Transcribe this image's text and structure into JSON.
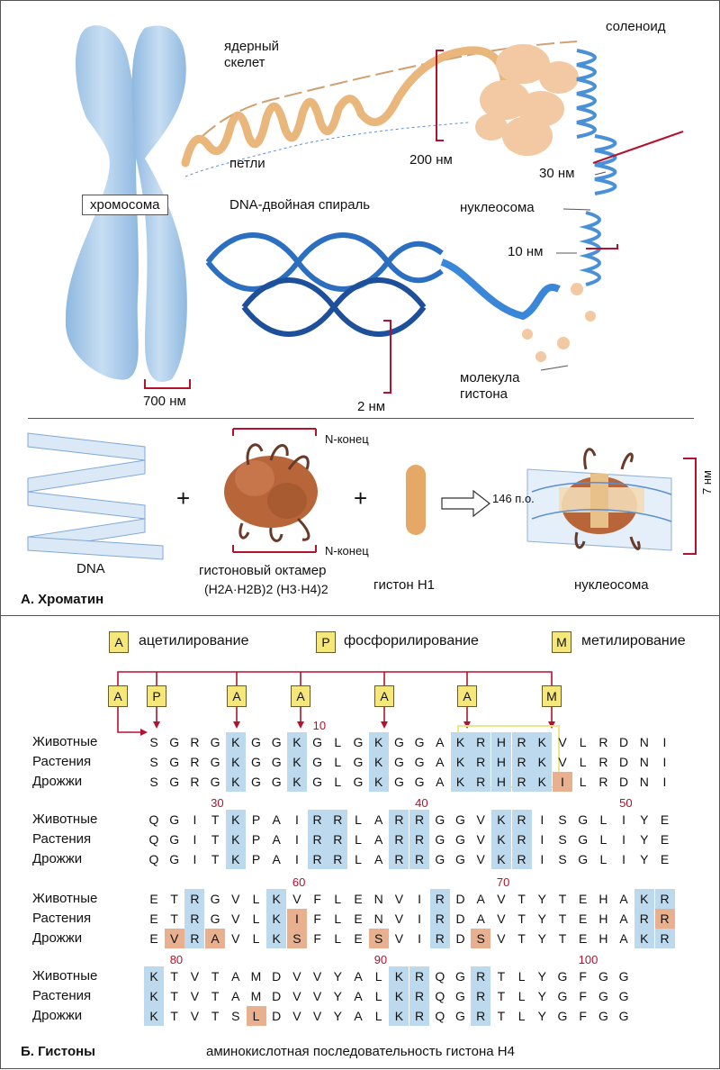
{
  "top_diagram": {
    "chromosome_label": "хромосома",
    "nuclear_scaffold_label": "ядерный\nскелет",
    "loops_label": "петли",
    "dna_helix_label": "DNA-двойная спираль",
    "solenoid_label": "соленоид",
    "nucleosome_label": "нуклеосома",
    "histone_molecule_label": "молекула\nгистона",
    "scale_700": "700 нм",
    "scale_2": "2 нм",
    "scale_200": "200 нм",
    "scale_30": "30 нм",
    "scale_10": "10 нм"
  },
  "section_a": {
    "dna_label": "DNA",
    "octamer_label": "гистоновый октамер",
    "octamer_formula": "(H2A·H2B)2 (H3·H4)2",
    "n_end_top": "N-конец",
    "n_end_bottom": "N-конец",
    "h1_label": "гистон H1",
    "bp_label": "146 п.о.",
    "nucleosome_label": "нуклеосома",
    "size_label": "7 нм",
    "plus": "+",
    "title": "А. Хроматин"
  },
  "section_b": {
    "legend": [
      {
        "tag": "A",
        "text": "ацетилирование"
      },
      {
        "tag": "P",
        "text": "фосфорилирование"
      },
      {
        "tag": "M",
        "text": "метилирование"
      }
    ],
    "modification_tags": [
      "A",
      "P",
      "A",
      "A",
      "A",
      "A",
      "M"
    ],
    "species": [
      "Животные",
      "Растения",
      "Дрожжи"
    ],
    "title": "Б. Гистоны",
    "caption": "аминокислотная последовательность гистона H4"
  },
  "sequence_blocks": [
    {
      "numbers": [
        {
          "text": "10",
          "col": 8
        }
      ],
      "rows": [
        {
          "seq": "SGRGKGGKGLGKGGAKRHRKVLRDNI",
          "blue": [
            4,
            7,
            11,
            15,
            16,
            17,
            18,
            19
          ],
          "orange": []
        },
        {
          "seq": "SGRGKGGKGLGKGGAKRHRKVLRDNI",
          "blue": [
            4,
            7,
            11,
            15,
            16,
            17,
            18,
            19
          ],
          "orange": []
        },
        {
          "seq": "SGRGKGGKGLGKGGAKRHRKILRDNI",
          "blue": [
            4,
            7,
            11,
            15,
            16,
            17,
            18,
            19
          ],
          "orange": [
            20
          ]
        }
      ]
    },
    {
      "numbers": [
        {
          "text": "30",
          "col": 3
        },
        {
          "text": "40",
          "col": 13
        },
        {
          "text": "50",
          "col": 23
        }
      ],
      "rows": [
        {
          "seq": "QGITKPAIRRLARRGGVKRISGLIYE",
          "blue": [
            4,
            8,
            9,
            12,
            13,
            17,
            18
          ],
          "orange": []
        },
        {
          "seq": "QGITKPAIRRLARRGGVKRISGLIYE",
          "blue": [
            4,
            8,
            9,
            12,
            13,
            17,
            18
          ],
          "orange": []
        },
        {
          "seq": "QGITKPAIRRLARRGGVKRISGLIYE",
          "blue": [
            4,
            8,
            9,
            12,
            13,
            17,
            18
          ],
          "orange": []
        }
      ]
    },
    {
      "numbers": [
        {
          "text": "60",
          "col": 7
        },
        {
          "text": "70",
          "col": 17
        }
      ],
      "rows": [
        {
          "seq": "ETRGVLKVFLENVIRDAVTYTEHAKR",
          "blue": [
            2,
            6,
            14,
            24,
            25
          ],
          "orange": []
        },
        {
          "seq": "ETRGVLKIFLENVIRDAVTYTEHARR",
          "blue": [
            2,
            6,
            14,
            24
          ],
          "orange": [
            7,
            25
          ]
        },
        {
          "seq": "EVRAVLKSFLESVIRDSVTYTEHAKR",
          "blue": [
            2,
            6,
            14,
            24,
            25
          ],
          "orange": [
            1,
            3,
            7,
            11,
            16
          ]
        }
      ]
    },
    {
      "numbers": [
        {
          "text": "80",
          "col": 1
        },
        {
          "text": "90",
          "col": 11
        },
        {
          "text": "100",
          "col": 21
        }
      ],
      "rows": [
        {
          "seq": "KTVTAMDVVYALKRQGRTLYGFGG",
          "blue": [
            0,
            12,
            13,
            16
          ],
          "orange": []
        },
        {
          "seq": "KTVTAMDVVYALKRQGRTLYGFGG",
          "blue": [
            0,
            12,
            13,
            16
          ],
          "orange": []
        },
        {
          "seq": "KTVTSLDVVYALKRQGRTLYGFGG",
          "blue": [
            0,
            12,
            13,
            16
          ],
          "orange": [
            5
          ]
        }
      ]
    }
  ]
}
